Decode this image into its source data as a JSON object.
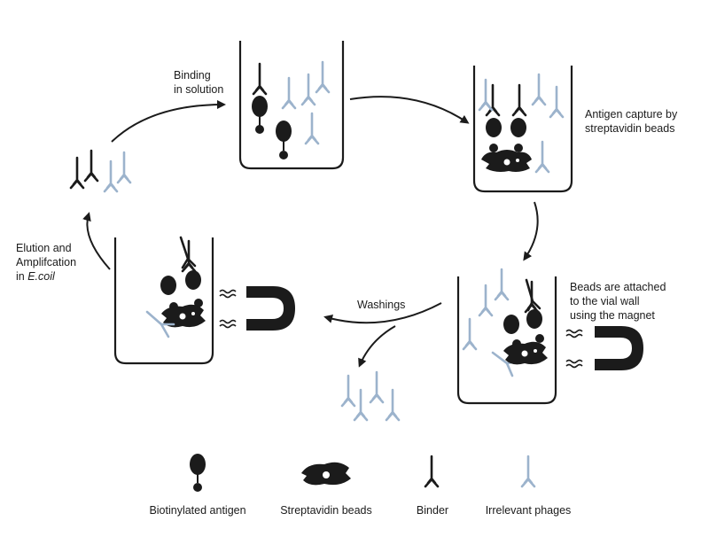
{
  "labels": {
    "binding_line1": "Binding",
    "binding_line2": "in solution",
    "capture_line1": "Antigen capture by",
    "capture_line2": "streptavidin beads",
    "attach_line1": "Beads are attached",
    "attach_line2": "to the vial wall",
    "attach_line3": "using the magnet",
    "washings": "Washings",
    "elution_line1": "Elution and",
    "elution_line2": "Amplifcation",
    "elution_line3_prefix": "in ",
    "elution_line3_italic": "E.coil"
  },
  "legend": {
    "antigen": "Biotinylated antigen",
    "beads": "Streptavidin beads",
    "binder": "Binder",
    "phages": "Irrelevant phages"
  },
  "colors": {
    "ink": "#1b1b1b",
    "phage": "#9cb3cc"
  }
}
